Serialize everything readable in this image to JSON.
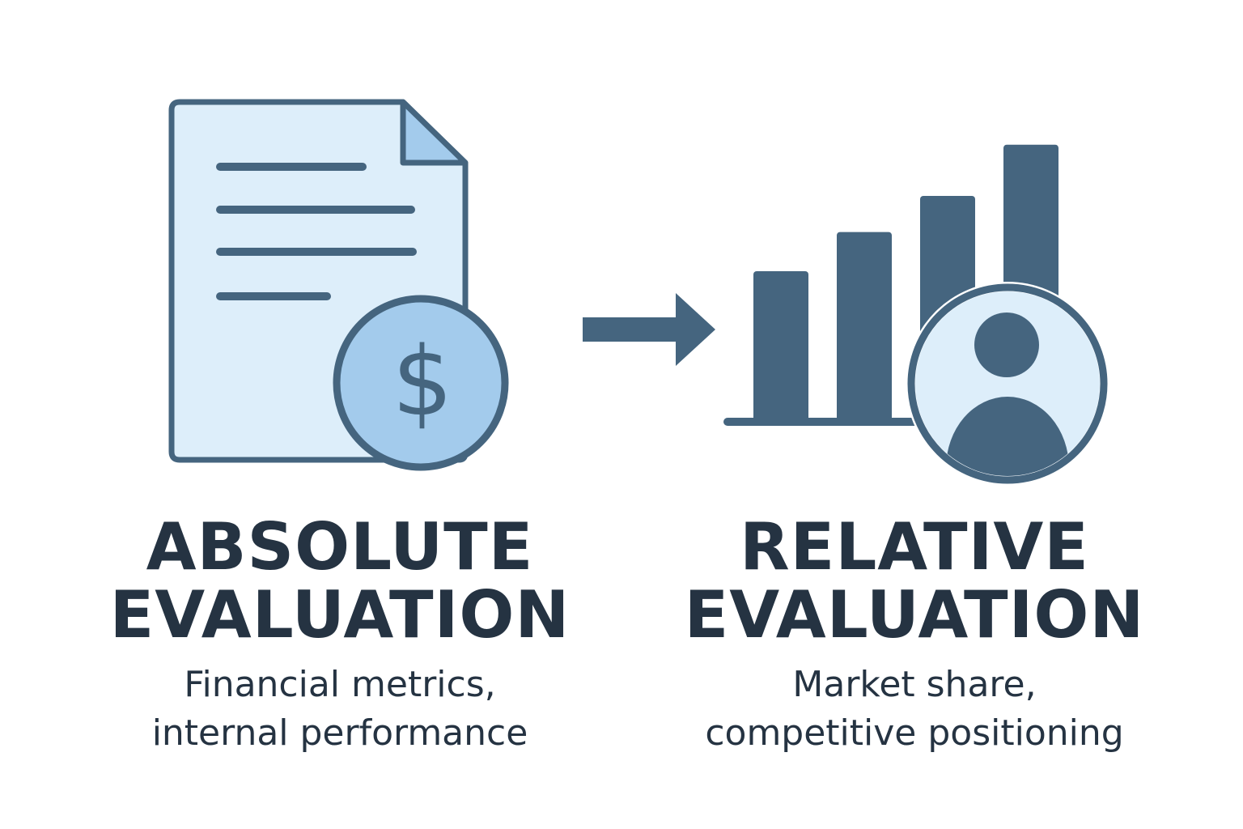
{
  "colors": {
    "dark_blue": "#45657f",
    "doc_fill": "#ddeefa",
    "accent_light": "#a3cbec",
    "text": "#253342",
    "background": "#ffffff"
  },
  "absolute": {
    "heading_line1": "ABSOLUTE",
    "heading_line2": "EVALUATION",
    "caption_line1": "Financial metrics,",
    "caption_line2": "internal performance",
    "currency_symbol": "$",
    "icons": [
      "document-icon",
      "dollar-coin-icon"
    ]
  },
  "arrow": {
    "icon": "arrow-right-icon"
  },
  "relative": {
    "heading_line1": "RELATIVE",
    "heading_line2": "EVALUATION",
    "caption_line1": "Market share,",
    "caption_line2": "competitive positioning",
    "bar_levels": [
      1,
      1.26,
      1.5,
      1.84
    ],
    "icons": [
      "bar-chart-icon",
      "user-avatar-icon"
    ]
  }
}
